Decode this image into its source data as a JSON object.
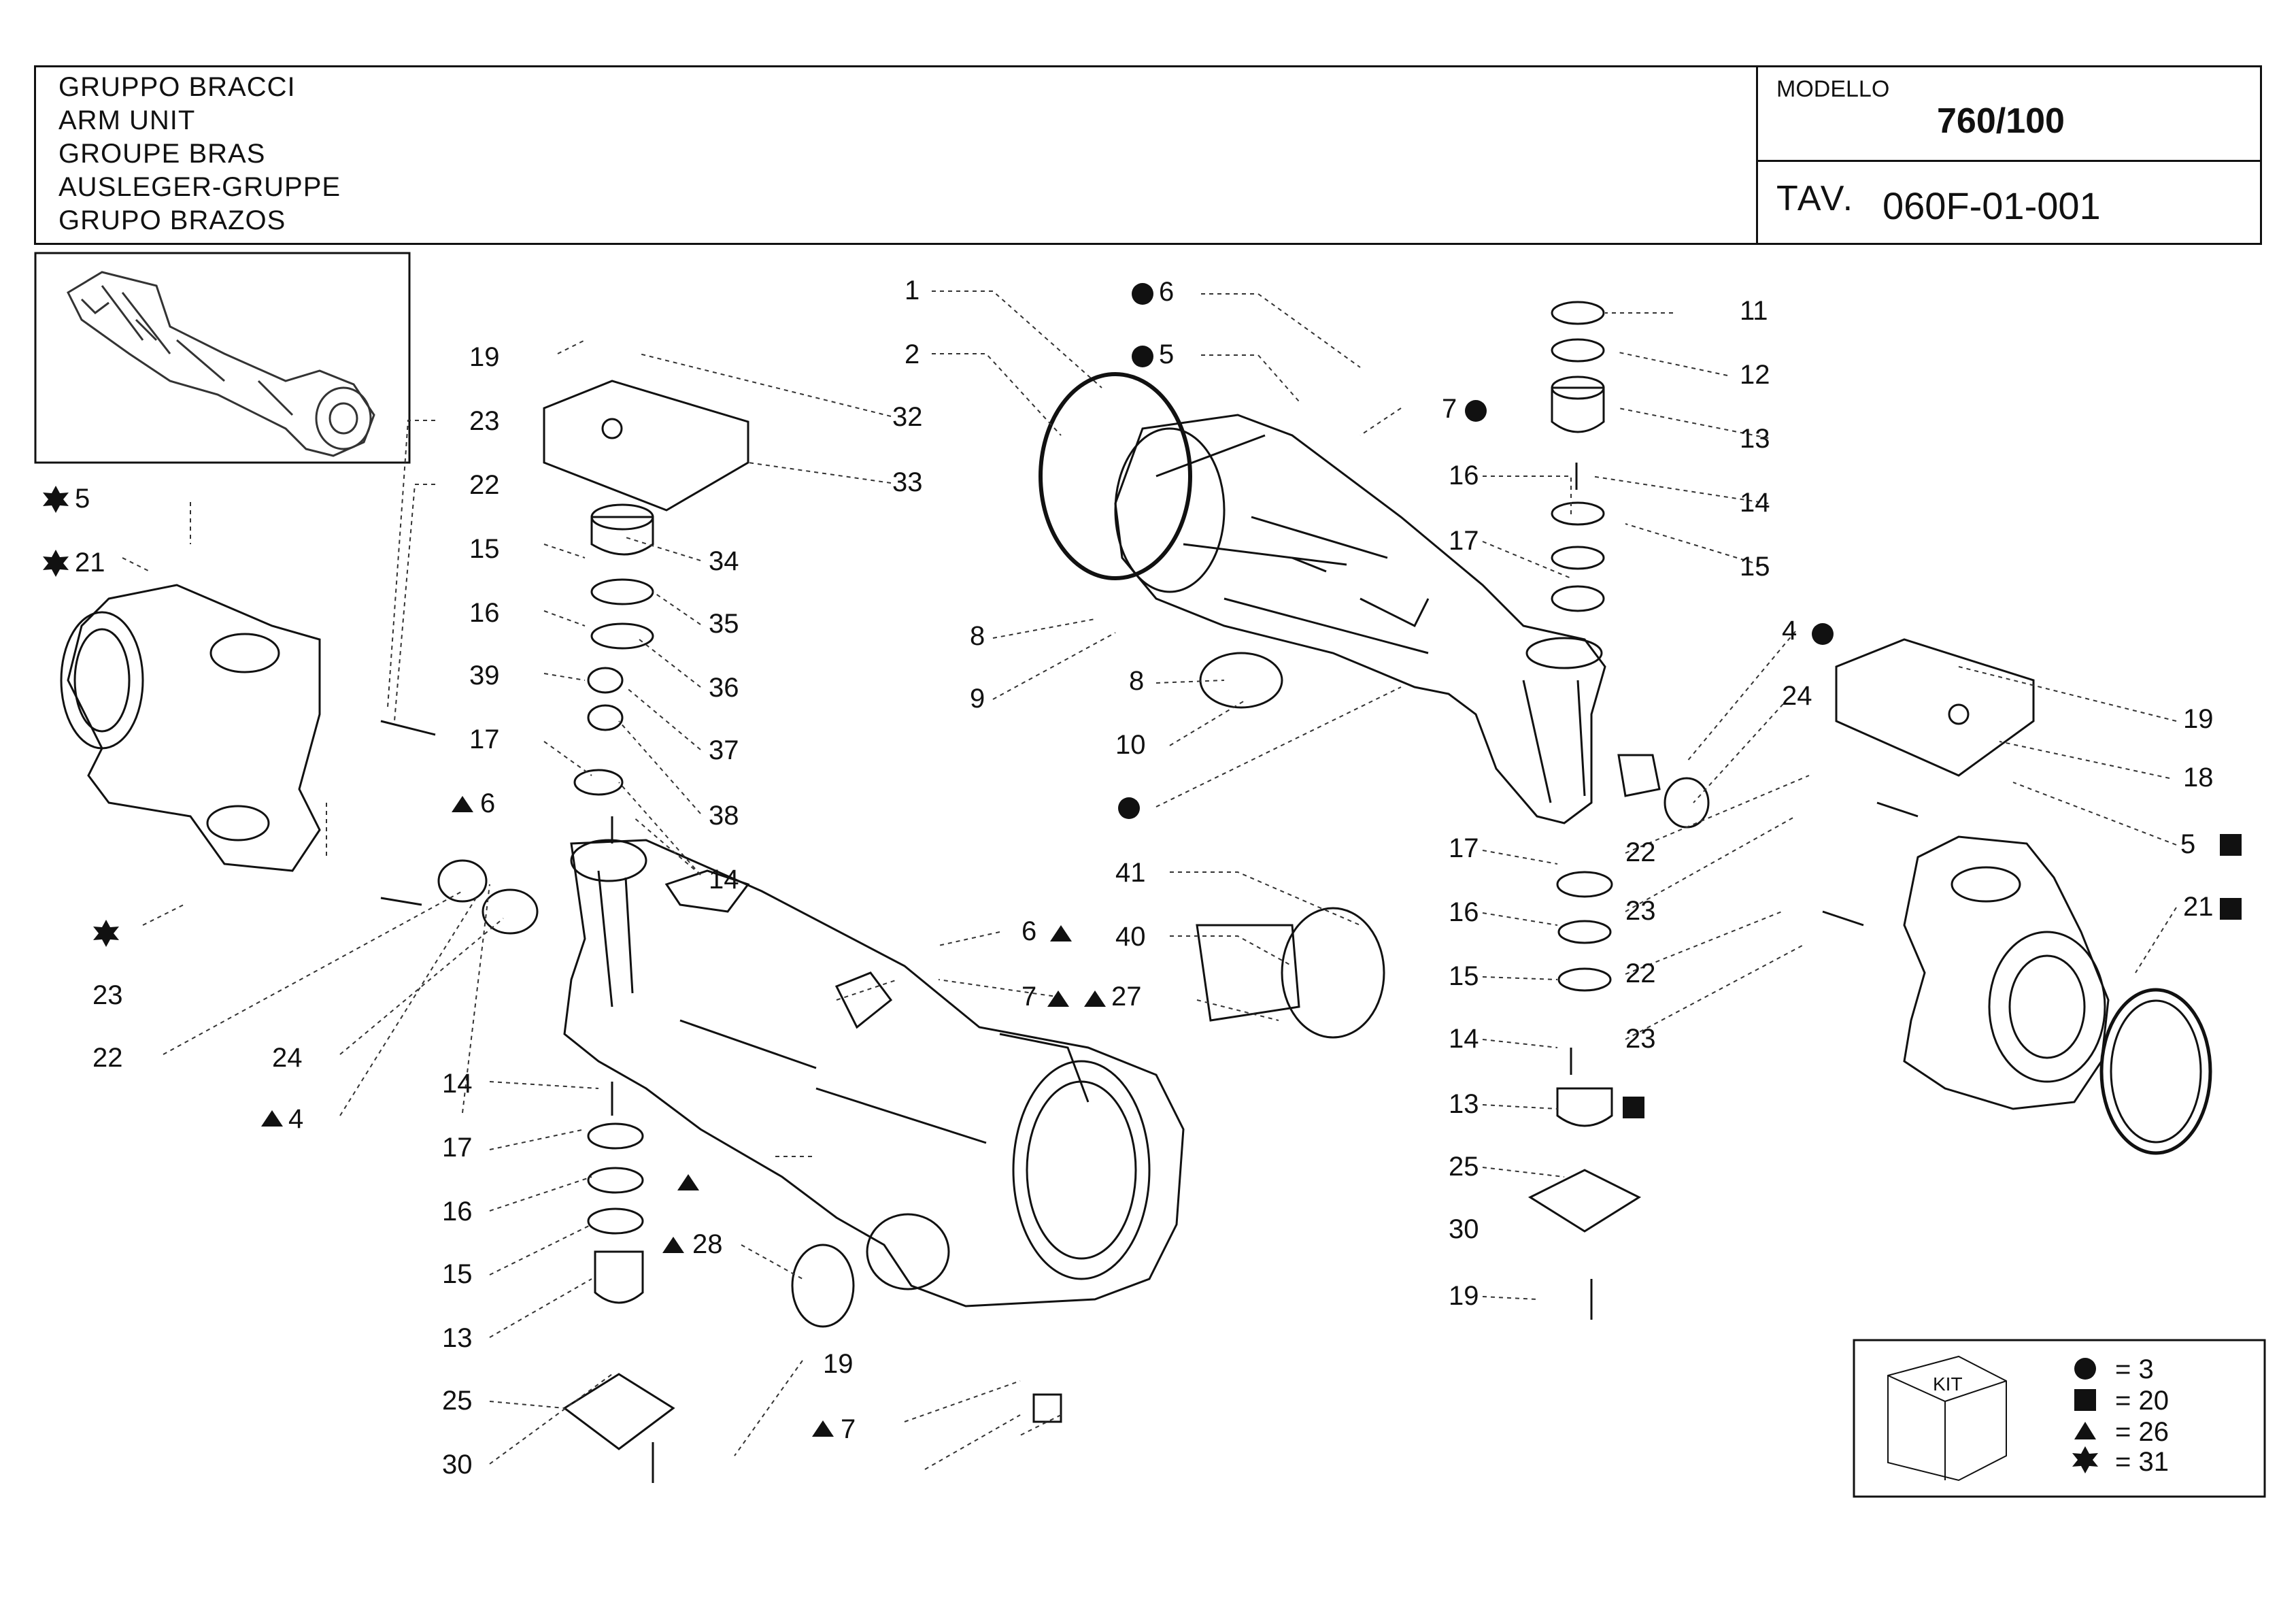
{
  "header": {
    "titles": [
      "GRUPPO BRACCI",
      "ARM UNIT",
      "GROUPE BRAS",
      "AUSLEGER-GRUPPE",
      "GRUPO BRAZOS"
    ],
    "modello_label": "MODELLO",
    "modello_value": "760/100",
    "tav_label": "TAV.",
    "tav_value": "060F-01-001"
  },
  "callouts": {
    "c1": "1",
    "c2": "2",
    "c6_top": "6",
    "c5_top": "5",
    "c7_top": "7",
    "c11": "11",
    "c12": "12",
    "c13_r": "13",
    "c14_r": "14",
    "c15_r": "15",
    "c4_r": "4",
    "c24_r": "24",
    "c19_r": "19",
    "c18": "18",
    "c5_r": "5",
    "c21_r": "21",
    "c16_a": "16",
    "c17_a": "17",
    "c8_a": "8",
    "c9": "9",
    "c8_b": "8",
    "c10": "10",
    "c17_b": "17",
    "c16_b": "16",
    "c15_b": "15",
    "c14_b": "14",
    "c13_b": "13",
    "c25_b": "25",
    "c30_b": "30",
    "c19_b": "19",
    "c22_a": "22",
    "c23_a": "23",
    "c22_b": "22",
    "c23_b": "23",
    "c41": "41",
    "c40": "40",
    "c6_mid": "6",
    "c7_mid": "7",
    "c27": "27",
    "c19_l": "19",
    "c32": "32",
    "c23_l": "23",
    "c33": "33",
    "c22_l": "22",
    "c34": "34",
    "c15_l": "15",
    "c35": "35",
    "c16_l": "16",
    "c36": "36",
    "c39": "39",
    "c37": "37",
    "c17_l": "17",
    "c38": "38",
    "c6_l": "6",
    "c14_l": "14",
    "c5_star": "5",
    "c21_star": "21",
    "c23_ll": "23",
    "c22_ll": "22",
    "c24_ll": "24",
    "c4_ll": "4",
    "c14_low": "14",
    "c17_low": "17",
    "c16_low": "16",
    "c15_low": "15",
    "c13_low": "13",
    "c25_low": "25",
    "c30_low": "30",
    "c28": "28",
    "c19_low": "19",
    "c7_low": "7"
  },
  "kit": {
    "label": "KIT",
    "entries": [
      {
        "symbol": "circle",
        "text": "= 3"
      },
      {
        "symbol": "square",
        "text": "= 20"
      },
      {
        "symbol": "triangle",
        "text": "= 26"
      },
      {
        "symbol": "star",
        "text": "= 31"
      }
    ]
  }
}
